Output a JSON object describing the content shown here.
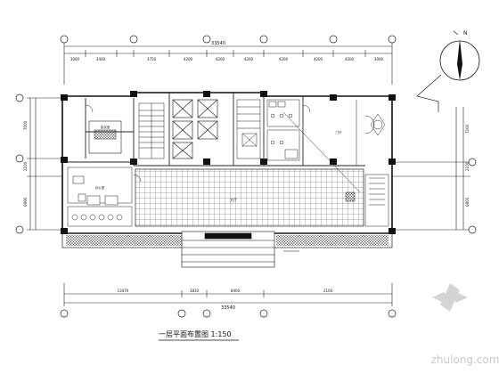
{
  "title": "一层平面布置图 1:150",
  "north_label": "N",
  "dims_top": {
    "total": "33540",
    "segments": [
      "3000",
      "3400",
      "3750",
      "4200",
      "4200",
      "4200",
      "4200",
      "4200",
      "4200",
      "3000"
    ]
  },
  "dims_bottom": {
    "total": "33540",
    "segments": [
      "13470",
      "3810",
      "8400",
      "2100"
    ]
  },
  "dims_left": [
    "7000",
    "2100",
    "6990"
  ],
  "dims_right": [
    "7200",
    "2100",
    "6800"
  ],
  "room_labels": {
    "meeting": "会议室",
    "hall": "大厅",
    "lobby_east": "门厅",
    "office": "办公室"
  },
  "watermark": "zhulong.com"
}
